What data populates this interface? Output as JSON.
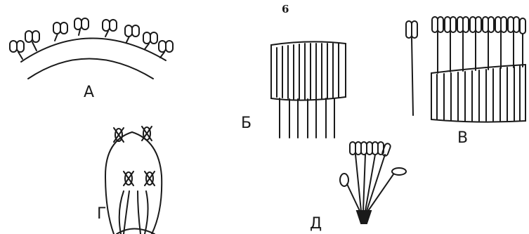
{
  "figure_number": "6",
  "panels": [
    {
      "id": "A",
      "label": "А"
    },
    {
      "id": "B",
      "label": "Б"
    },
    {
      "id": "V",
      "label": "В"
    },
    {
      "id": "G",
      "label": "Г"
    },
    {
      "id": "D",
      "label": "Д"
    }
  ],
  "ink_color": "#1a1a1a"
}
